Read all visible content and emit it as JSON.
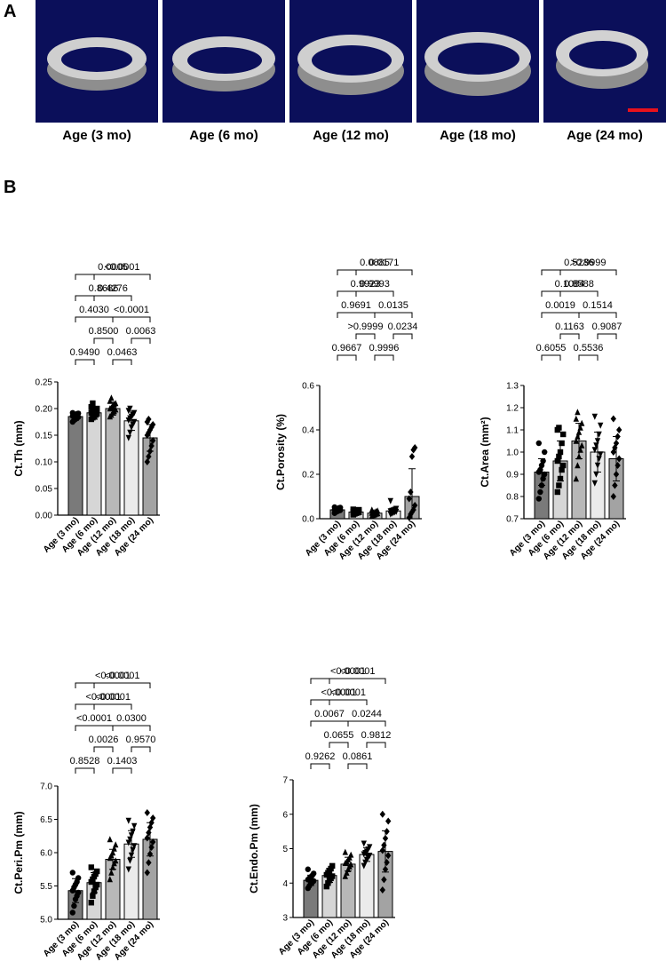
{
  "panelA": {
    "letter": "A",
    "images": [
      {
        "label": "Age (3 mo)",
        "icon": "bone-crosssection-3mo-icon"
      },
      {
        "label": "Age (6 mo)",
        "icon": "bone-crosssection-6mo-icon"
      },
      {
        "label": "Age (12 mo)",
        "icon": "bone-crosssection-12mo-icon"
      },
      {
        "label": "Age (18 mo)",
        "icon": "bone-crosssection-18mo-icon"
      },
      {
        "label": "Age (24 mo)",
        "icon": "bone-crosssection-24mo-icon"
      }
    ],
    "background_color": "#0b0f5a",
    "scale_bar_color": "#e8121c"
  },
  "panelB": {
    "letter": "B"
  },
  "colors": {
    "bars": [
      "#7a7a7a",
      "#d6d6d6",
      "#b8b8b8",
      "#ebebeb",
      "#a3a3a3"
    ],
    "points": "#000000"
  },
  "chart_data": [
    {
      "type": "bar",
      "categories": [
        "Age (3 mo)",
        "Age (6 mo)",
        "Age (12 mo)",
        "Age (18 mo)",
        "Age (24 mo)"
      ],
      "values": [
        0.185,
        0.192,
        0.2,
        0.177,
        0.145
      ],
      "errors": [
        0.007,
        0.012,
        0.012,
        0.018,
        0.025
      ],
      "ylabel": "Ct.Th (mm)",
      "ylim": [
        0.0,
        0.25
      ],
      "yticks": [
        "0.00",
        "0.05",
        "0.10",
        "0.15",
        "0.20",
        "0.25"
      ],
      "points": [
        [
          0.175,
          0.178,
          0.18,
          0.182,
          0.184,
          0.186,
          0.187,
          0.188,
          0.19,
          0.191,
          0.192
        ],
        [
          0.18,
          0.183,
          0.186,
          0.188,
          0.19,
          0.192,
          0.194,
          0.196,
          0.198,
          0.2,
          0.203,
          0.21
        ],
        [
          0.185,
          0.188,
          0.192,
          0.195,
          0.198,
          0.2,
          0.202,
          0.205,
          0.208,
          0.21,
          0.214,
          0.22
        ],
        [
          0.145,
          0.155,
          0.165,
          0.17,
          0.175,
          0.178,
          0.182,
          0.185,
          0.188,
          0.192,
          0.196,
          0.2
        ],
        [
          0.1,
          0.11,
          0.12,
          0.13,
          0.14,
          0.15,
          0.155,
          0.16,
          0.165,
          0.17,
          0.175,
          0.18
        ]
      ],
      "comparisons": [
        {
          "from": 0,
          "to": 1,
          "p": "0.9490"
        },
        {
          "from": 2,
          "to": 3,
          "p": "0.0463"
        },
        {
          "from": 1,
          "to": 2,
          "p": "0.8500"
        },
        {
          "from": 3,
          "to": 4,
          "p": "0.0063"
        },
        {
          "from": 0,
          "to": 2,
          "p": "0.4030"
        },
        {
          "from": 2,
          "to": 4,
          "p": "<0.0001"
        },
        {
          "from": 1,
          "to": 3,
          "p": "0.4276"
        },
        {
          "from": 0,
          "to": 3,
          "p": "0.8686"
        },
        {
          "from": 1,
          "to": 4,
          "p": "<0.0001"
        },
        {
          "from": 0,
          "to": 4,
          "p": "0.0005"
        }
      ]
    },
    {
      "type": "bar",
      "categories": [
        "Age (3 mo)",
        "Age (6 mo)",
        "Age (12 mo)",
        "Age (18 mo)",
        "Age (24 mo)"
      ],
      "values": [
        0.04,
        0.03,
        0.025,
        0.035,
        0.1
      ],
      "errors": [
        0.008,
        0.006,
        0.006,
        0.01,
        0.125
      ],
      "ylabel": "Ct.Porosity (%)",
      "ylim": [
        0.0,
        0.6
      ],
      "yticks": [
        "0.0",
        "0.2",
        "0.4",
        "0.6"
      ],
      "points": [
        [
          0.025,
          0.03,
          0.033,
          0.036,
          0.038,
          0.04,
          0.042,
          0.045,
          0.048,
          0.05,
          0.052
        ],
        [
          0.018,
          0.022,
          0.025,
          0.027,
          0.029,
          0.031,
          0.033,
          0.035,
          0.037,
          0.04,
          0.042
        ],
        [
          0.012,
          0.016,
          0.019,
          0.022,
          0.024,
          0.026,
          0.028,
          0.03,
          0.033,
          0.036,
          0.04
        ],
        [
          0.02,
          0.024,
          0.027,
          0.03,
          0.032,
          0.034,
          0.036,
          0.038,
          0.041,
          0.045,
          0.08
        ],
        [
          0.005,
          0.02,
          0.03,
          0.04,
          0.06,
          0.09,
          0.12,
          0.28,
          0.31,
          0.32
        ]
      ],
      "comparisons": [
        {
          "from": 0,
          "to": 1,
          "p": "0.9667"
        },
        {
          "from": 2,
          "to": 3,
          "p": "0.9996"
        },
        {
          "from": 1,
          "to": 2,
          "p": ">0.9999"
        },
        {
          "from": 3,
          "to": 4,
          "p": "0.0234"
        },
        {
          "from": 0,
          "to": 2,
          "p": "0.9691"
        },
        {
          "from": 2,
          "to": 4,
          "p": "0.0135"
        },
        {
          "from": 1,
          "to": 3,
          "p": "0.9993"
        },
        {
          "from": 0,
          "to": 3,
          "p": "0.9923"
        },
        {
          "from": 1,
          "to": 4,
          "p": "0.0171"
        },
        {
          "from": 0,
          "to": 4,
          "p": "0.0885"
        }
      ]
    },
    {
      "type": "bar",
      "categories": [
        "Age (3 mo)",
        "Age (6 mo)",
        "Age (12 mo)",
        "Age (18 mo)",
        "Age (24 mo)"
      ],
      "values": [
        0.91,
        0.96,
        1.05,
        1.0,
        0.97
      ],
      "errors": [
        0.06,
        0.09,
        0.08,
        0.09,
        0.1
      ],
      "ylabel": "Ct.Area (mm²)",
      "ylim": [
        0.7,
        1.3
      ],
      "yticks": [
        "0.7",
        "0.8",
        "0.9",
        "1.0",
        "1.1",
        "1.2",
        "1.3"
      ],
      "points": [
        [
          0.79,
          0.82,
          0.85,
          0.88,
          0.9,
          0.91,
          0.92,
          0.94,
          0.96,
          1.0,
          1.04
        ],
        [
          0.82,
          0.85,
          0.88,
          0.92,
          0.94,
          0.96,
          0.98,
          1.0,
          1.04,
          1.08,
          1.1,
          1.11
        ],
        [
          0.88,
          0.94,
          0.98,
          1.01,
          1.03,
          1.05,
          1.07,
          1.09,
          1.11,
          1.13,
          1.15,
          1.18
        ],
        [
          0.86,
          0.9,
          0.94,
          0.97,
          0.99,
          1.01,
          1.03,
          1.05,
          1.08,
          1.12,
          1.16
        ],
        [
          0.8,
          0.85,
          0.9,
          0.94,
          0.97,
          1.0,
          1.02,
          1.04,
          1.07,
          1.1,
          1.15
        ]
      ],
      "comparisons": [
        {
          "from": 0,
          "to": 1,
          "p": "0.6055"
        },
        {
          "from": 2,
          "to": 3,
          "p": "0.5536"
        },
        {
          "from": 1,
          "to": 2,
          "p": "0.1163"
        },
        {
          "from": 3,
          "to": 4,
          "p": "0.9087"
        },
        {
          "from": 0,
          "to": 2,
          "p": "0.0019"
        },
        {
          "from": 2,
          "to": 4,
          "p": "0.1514"
        },
        {
          "from": 1,
          "to": 3,
          "p": "0.8588"
        },
        {
          "from": 0,
          "to": 3,
          "p": "0.1084"
        },
        {
          "from": 1,
          "to": 4,
          "p": ">0.9999"
        },
        {
          "from": 0,
          "to": 4,
          "p": "0.5286"
        }
      ]
    },
    {
      "type": "bar",
      "categories": [
        "Age (3 mo)",
        "Age (6 mo)",
        "Age (12 mo)",
        "Age (18 mo)",
        "Age (24 mo)"
      ],
      "values": [
        5.43,
        5.55,
        5.9,
        6.13,
        6.2
      ],
      "errors": [
        0.18,
        0.15,
        0.15,
        0.2,
        0.25
      ],
      "ylabel": "Ct.Peri.Pm (mm)",
      "ylim": [
        5.0,
        7.0
      ],
      "yticks": [
        "5.0",
        "5.5",
        "6.0",
        "6.5",
        "7.0"
      ],
      "points": [
        [
          5.1,
          5.2,
          5.3,
          5.35,
          5.4,
          5.43,
          5.48,
          5.52,
          5.56,
          5.62,
          5.7
        ],
        [
          5.25,
          5.35,
          5.42,
          5.48,
          5.52,
          5.56,
          5.6,
          5.64,
          5.68,
          5.72,
          5.78
        ],
        [
          5.6,
          5.7,
          5.78,
          5.84,
          5.88,
          5.92,
          5.96,
          6.0,
          6.06,
          6.12,
          6.2
        ],
        [
          5.75,
          5.88,
          5.96,
          6.04,
          6.1,
          6.15,
          6.2,
          6.26,
          6.32,
          6.4,
          6.48
        ],
        [
          5.7,
          5.85,
          5.98,
          6.08,
          6.16,
          6.22,
          6.3,
          6.38,
          6.45,
          6.52,
          6.6
        ]
      ],
      "comparisons": [
        {
          "from": 0,
          "to": 1,
          "p": "0.8528"
        },
        {
          "from": 2,
          "to": 3,
          "p": "0.1403"
        },
        {
          "from": 1,
          "to": 2,
          "p": "0.0026"
        },
        {
          "from": 3,
          "to": 4,
          "p": "0.9570"
        },
        {
          "from": 0,
          "to": 2,
          "p": "<0.0001"
        },
        {
          "from": 2,
          "to": 4,
          "p": "0.0300"
        },
        {
          "from": 1,
          "to": 3,
          "p": "<0.0001"
        },
        {
          "from": 0,
          "to": 3,
          "p": "<0.0001"
        },
        {
          "from": 1,
          "to": 4,
          "p": "<0.0001"
        },
        {
          "from": 0,
          "to": 4,
          "p": "<0.0001"
        }
      ]
    },
    {
      "type": "bar",
      "categories": [
        "Age (3 mo)",
        "Age (6 mo)",
        "Age (12 mo)",
        "Age (18 mo)",
        "Age (24 mo)"
      ],
      "values": [
        4.08,
        4.22,
        4.55,
        4.83,
        4.92
      ],
      "errors": [
        0.15,
        0.2,
        0.2,
        0.2,
        0.6
      ],
      "ylabel": "Ct.Endo.Pm (mm)",
      "ylim": [
        3,
        7
      ],
      "yticks": [
        "3",
        "4",
        "5",
        "6",
        "7"
      ],
      "points": [
        [
          3.85,
          3.92,
          3.98,
          4.02,
          4.06,
          4.1,
          4.14,
          4.18,
          4.22,
          4.28,
          4.4
        ],
        [
          3.9,
          4.0,
          4.08,
          4.14,
          4.2,
          4.24,
          4.3,
          4.36,
          4.42,
          4.5
        ],
        [
          4.2,
          4.3,
          4.4,
          4.48,
          4.54,
          4.58,
          4.62,
          4.68,
          4.74,
          4.82,
          4.9
        ],
        [
          4.5,
          4.6,
          4.68,
          4.74,
          4.8,
          4.84,
          4.88,
          4.92,
          4.98,
          5.05,
          5.15
        ],
        [
          3.8,
          4.1,
          4.4,
          4.6,
          4.8,
          4.95,
          5.1,
          5.3,
          5.5,
          5.8,
          6.0
        ]
      ],
      "comparisons": [
        {
          "from": 0,
          "to": 1,
          "p": "0.9262"
        },
        {
          "from": 2,
          "to": 3,
          "p": "0.0861"
        },
        {
          "from": 1,
          "to": 2,
          "p": "0.0655"
        },
        {
          "from": 3,
          "to": 4,
          "p": "0.9812"
        },
        {
          "from": 0,
          "to": 2,
          "p": "0.0067"
        },
        {
          "from": 2,
          "to": 4,
          "p": "0.0244"
        },
        {
          "from": 1,
          "to": 3,
          "p": "<0.0001"
        },
        {
          "from": 0,
          "to": 3,
          "p": "<0.0001"
        },
        {
          "from": 1,
          "to": 4,
          "p": "<0.0001"
        },
        {
          "from": 0,
          "to": 4,
          "p": "<0.0001"
        }
      ]
    }
  ]
}
